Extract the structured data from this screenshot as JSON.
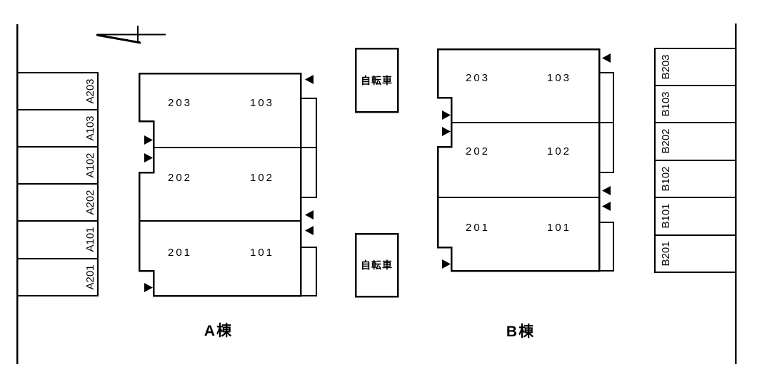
{
  "colors": {
    "line": "#000000",
    "background": "#ffffff"
  },
  "north": {
    "icon": "north-half-arrow"
  },
  "parking_left": {
    "labels": [
      "A203",
      "A103",
      "A102",
      "A202",
      "A101",
      "A201"
    ]
  },
  "parking_right": {
    "labels": [
      "B203",
      "B103",
      "B202",
      "B102",
      "B101",
      "B201"
    ]
  },
  "building_a": {
    "title": "A棟",
    "rows": [
      {
        "second_floor": "203",
        "first_floor": "103"
      },
      {
        "second_floor": "202",
        "first_floor": "102"
      },
      {
        "second_floor": "201",
        "first_floor": "101"
      }
    ]
  },
  "building_b": {
    "title": "B棟",
    "rows": [
      {
        "second_floor": "203",
        "first_floor": "103"
      },
      {
        "second_floor": "202",
        "first_floor": "102"
      },
      {
        "second_floor": "201",
        "first_floor": "101"
      }
    ]
  },
  "bicycle_parking": {
    "label": "自転車"
  },
  "icons": {
    "entrance_arrow_right": "▶",
    "entrance_arrow_left": "◀"
  }
}
